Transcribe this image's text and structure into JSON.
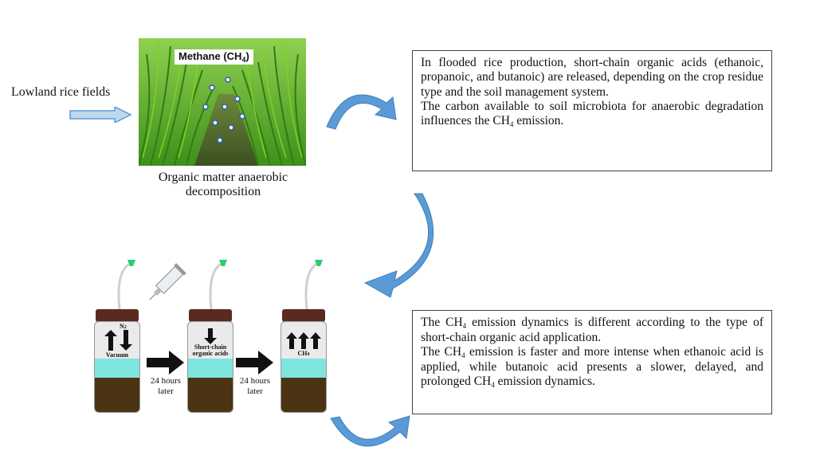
{
  "input_label": "Lowland rice fields",
  "photo": {
    "methane_label": "Methane (CH",
    "methane_sub": "4",
    "methane_close": ")"
  },
  "photo_caption": {
    "line1": "Organic matter anaerobic",
    "line2": "decomposition"
  },
  "box_top": {
    "p1": "In flooded rice production, short-chain organic acids (ethanoic, propanoic, and butanoic) are released, depending on the crop residue type and the soil management system.",
    "p2_a": "The carbon available to soil microbiota for anaerobic degradation influences the CH",
    "p2_sub": "4",
    "p2_b": " emission."
  },
  "jars": {
    "jar1_label": "Vacuum",
    "jar1_n2": "N",
    "jar1_n2_sub": "2",
    "jar2_label": "Short-chain organic acids",
    "jar3_label": "CH",
    "jar3_sub": "4"
  },
  "step_arrows": {
    "a1": "24 hours later",
    "a2": "24 hours later"
  },
  "box_bottom": {
    "p1_a": "The CH",
    "p1_sub": "4",
    "p1_b": " emission dynamics is different according to the type of short-chain organic acid application.",
    "p2_a": "The CH",
    "p2_sub": "4",
    "p2_b": " emission is faster and more intense when ethanoic acid is applied, while butanoic acid presents a slower, delayed, and prolonged CH",
    "p2_sub2": "4",
    "p2_c": " emission dynamics."
  },
  "colors": {
    "arrow_blue": "#5b9bd5",
    "arrow_light": "#bdd7ee",
    "water": "#7fe3de",
    "soil": "#4a3414",
    "lid": "#5a2a20",
    "tube_tip": "#2ecc71"
  }
}
